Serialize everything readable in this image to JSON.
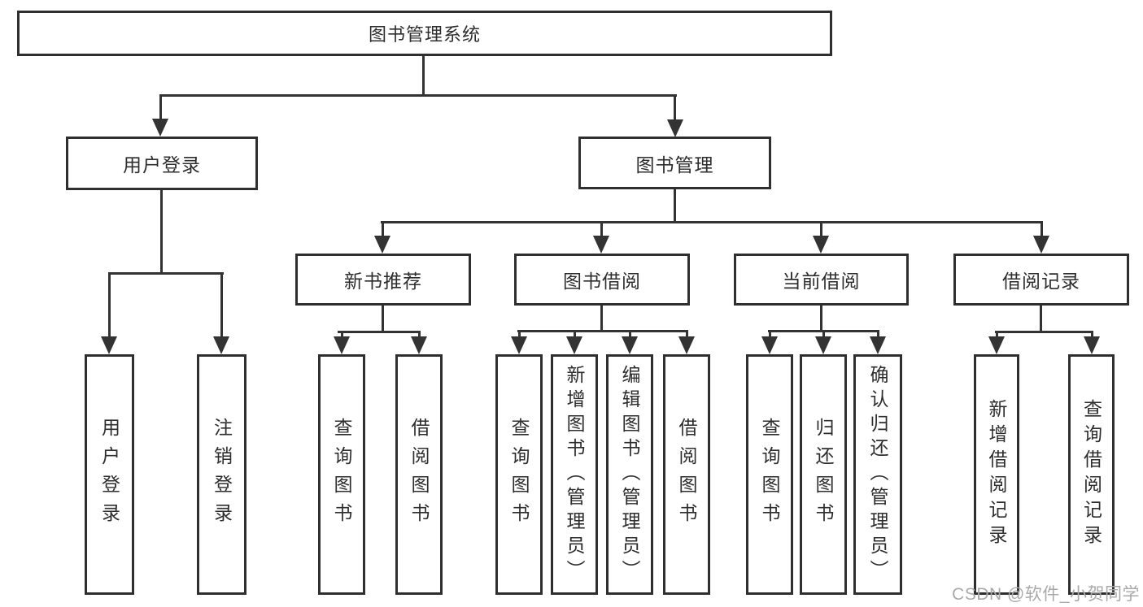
{
  "colors": {
    "line": "#333333",
    "box_border": "#2f2f2f",
    "text": "#2d2d2d",
    "watermark": "#a9a9a9",
    "background": "#ffffff"
  },
  "watermark": "CSDN @软件_小贺同学",
  "tree": {
    "root": {
      "label": "图书管理系统"
    },
    "level2": [
      {
        "label": "用户登录",
        "children": [
          {
            "label": "用户登录"
          },
          {
            "label": "注销登录"
          }
        ]
      },
      {
        "label": "图书管理",
        "children": [
          {
            "label": "新书推荐",
            "children": [
              {
                "label": "查询图书"
              },
              {
                "label": "借阅图书"
              }
            ]
          },
          {
            "label": "图书借阅",
            "children": [
              {
                "label": "查询图书"
              },
              {
                "label": "新增图书（管理员）"
              },
              {
                "label": "编辑图书（管理员）"
              },
              {
                "label": "借阅图书"
              }
            ]
          },
          {
            "label": "当前借阅",
            "children": [
              {
                "label": "查询图书"
              },
              {
                "label": "归还图书"
              },
              {
                "label": "确认归还（管理员）"
              }
            ]
          },
          {
            "label": "借阅记录",
            "children": [
              {
                "label": "新增借阅记录"
              },
              {
                "label": "查询借阅记录"
              }
            ]
          }
        ]
      }
    ]
  }
}
